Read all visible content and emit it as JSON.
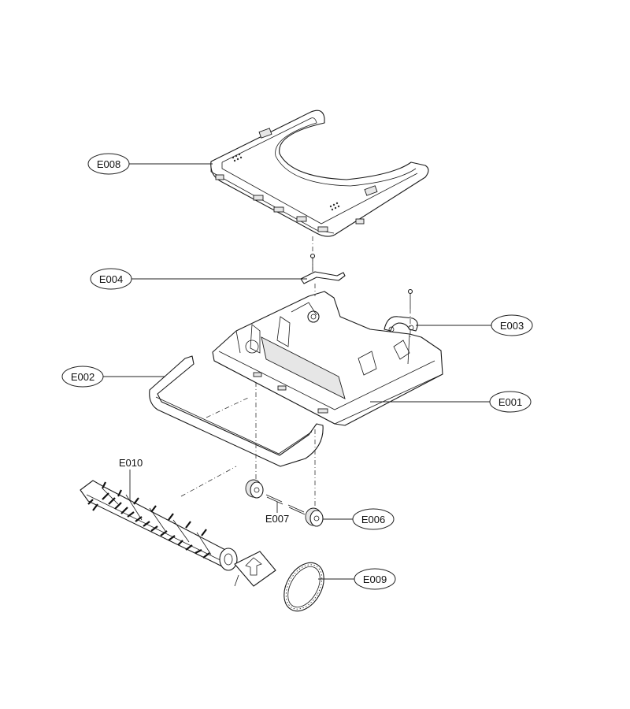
{
  "callouts": [
    {
      "id": "E008",
      "label": "E008"
    },
    {
      "id": "E004",
      "label": "E004"
    },
    {
      "id": "E003",
      "label": "E003"
    },
    {
      "id": "E002",
      "label": "E002"
    },
    {
      "id": "E001",
      "label": "E001"
    },
    {
      "id": "E010",
      "label": "E010"
    },
    {
      "id": "E007",
      "label": "E007"
    },
    {
      "id": "E006",
      "label": "E006"
    },
    {
      "id": "E009",
      "label": "E009"
    }
  ]
}
